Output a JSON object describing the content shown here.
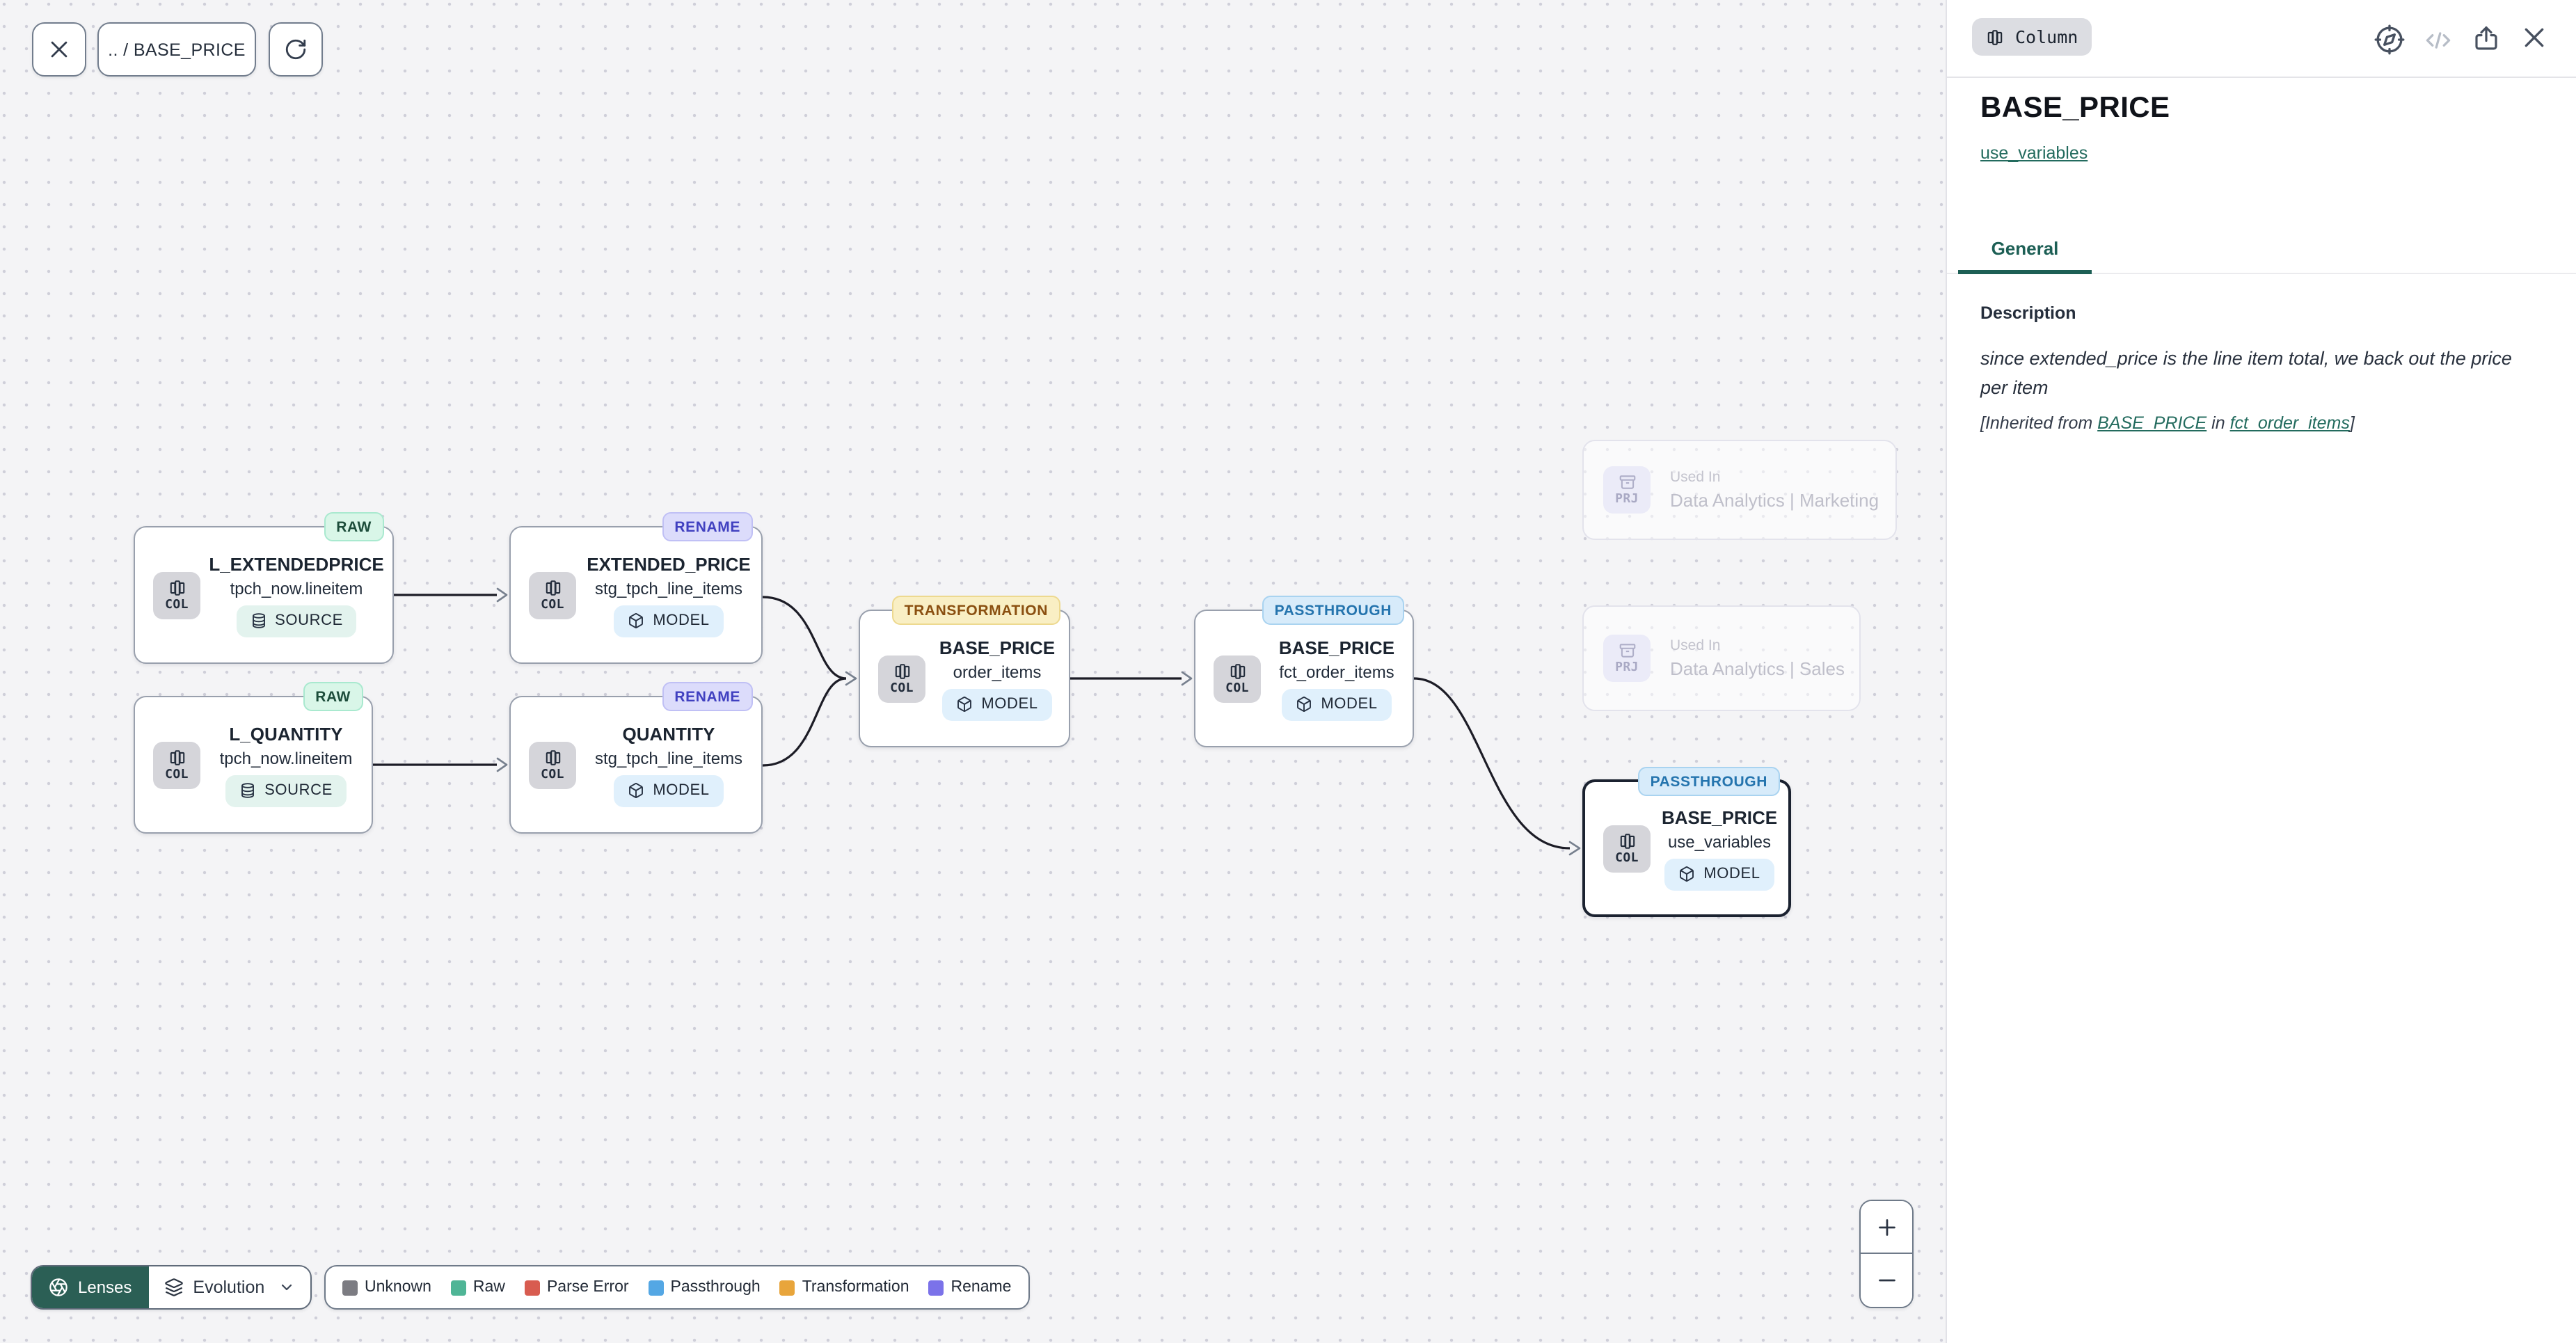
{
  "toolbar": {
    "breadcrumb": ".. / BASE_PRICE"
  },
  "nodes": [
    {
      "title": "L_EXTENDEDPRICE",
      "subtitle": "tpch_now.lineitem",
      "kind": "COL",
      "type": "SOURCE",
      "lens": "RAW"
    },
    {
      "title": "EXTENDED_PRICE",
      "subtitle": "stg_tpch_line_items",
      "kind": "COL",
      "type": "MODEL",
      "lens": "RENAME"
    },
    {
      "title": "L_QUANTITY",
      "subtitle": "tpch_now.lineitem",
      "kind": "COL",
      "type": "SOURCE",
      "lens": "RAW"
    },
    {
      "title": "QUANTITY",
      "subtitle": "stg_tpch_line_items",
      "kind": "COL",
      "type": "MODEL",
      "lens": "RENAME"
    },
    {
      "title": "BASE_PRICE",
      "subtitle": "order_items",
      "kind": "COL",
      "type": "MODEL",
      "lens": "TRANSFORMATION"
    },
    {
      "title": "BASE_PRICE",
      "subtitle": "fct_order_items",
      "kind": "COL",
      "type": "MODEL",
      "lens": "PASSTHROUGH"
    },
    {
      "title": "BASE_PRICE",
      "subtitle": "use_variables",
      "kind": "COL",
      "type": "MODEL",
      "lens": "PASSTHROUGH",
      "selected": true
    }
  ],
  "ghost_nodes": [
    {
      "kind": "PRJ",
      "label": "Used In",
      "name": "Data Analytics | Marketing"
    },
    {
      "kind": "PRJ",
      "label": "Used In",
      "name": "Data Analytics | Sales"
    }
  ],
  "lenses": {
    "button_label": "Lenses",
    "selected_lens": "Evolution"
  },
  "legend": [
    {
      "label": "Unknown",
      "color": "#7c7c82"
    },
    {
      "label": "Raw",
      "color": "#4fb596"
    },
    {
      "label": "Parse Error",
      "color": "#d85c50"
    },
    {
      "label": "Passthrough",
      "color": "#54a7e4"
    },
    {
      "label": "Transformation",
      "color": "#e8a53b"
    },
    {
      "label": "Rename",
      "color": "#7b72e9"
    }
  ],
  "panel": {
    "type_chip": "Column",
    "title": "BASE_PRICE",
    "subtitle_link": "use_variables",
    "tabs": [
      {
        "label": "General",
        "active": true
      }
    ],
    "action_icons": [
      "compass-icon",
      "code-icon",
      "share-icon",
      "close-icon"
    ],
    "description": {
      "heading": "Description",
      "body": "since extended_price is the line item total, we back out the price per item",
      "inherited_prefix": "[Inherited from ",
      "inherited_link_column": "BASE_PRICE",
      "inherited_mid": " in ",
      "inherited_link_model": "fct_order_items",
      "inherited_suffix": "]"
    }
  }
}
